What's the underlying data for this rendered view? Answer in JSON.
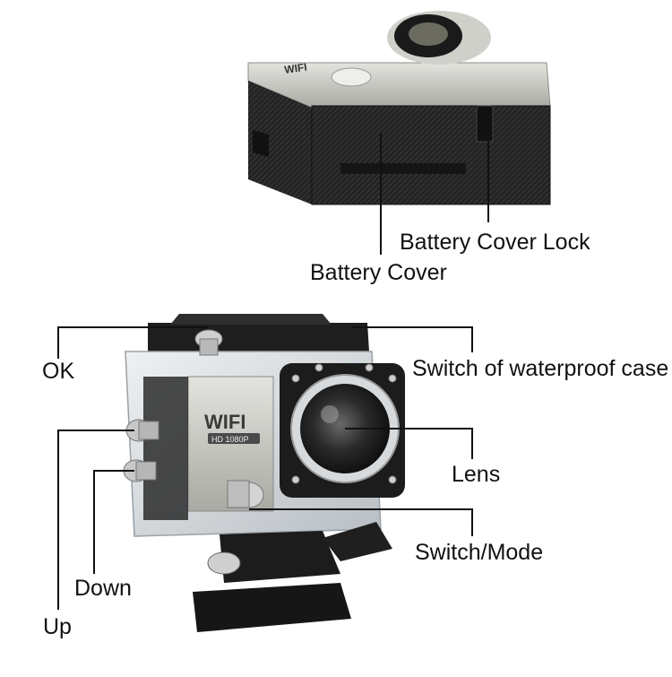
{
  "labels": {
    "battery_cover_lock": "Battery Cover Lock",
    "battery_cover": "Battery Cover",
    "ok": "OK",
    "switch_waterproof_case": "Switch of waterproof case",
    "lens": "Lens",
    "switch_mode": "Switch/Mode",
    "down": "Down",
    "up": "Up"
  },
  "camera_badge": {
    "brand": "WIFI",
    "model": "HD 1080P"
  },
  "colors": {
    "leader_line": "#111111",
    "camera_silver": "#c9c9c4",
    "camera_black": "#1c1c1c",
    "housing_clear": "#dfe3e6"
  }
}
